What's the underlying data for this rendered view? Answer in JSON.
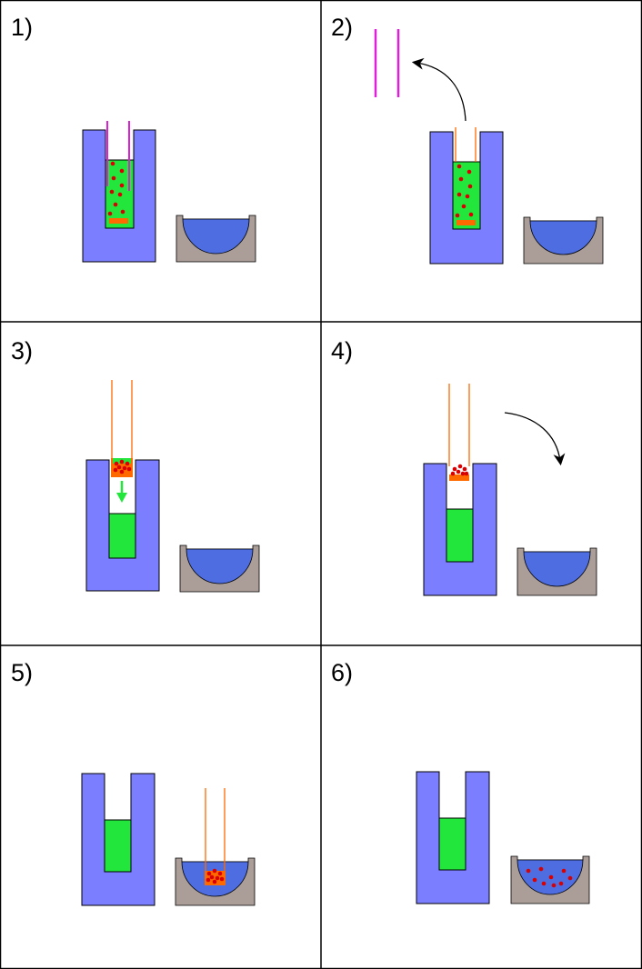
{
  "panels": [
    {
      "label": "1)"
    },
    {
      "label": "2)"
    },
    {
      "label": "3)"
    },
    {
      "label": "4)"
    },
    {
      "label": "5)"
    },
    {
      "label": "6)"
    }
  ],
  "colors": {
    "holder": "#7b7fff",
    "green_gel": "#22e63c",
    "orange": "#ff6a00",
    "magenta": "#e020d8",
    "red_dot": "#d80000",
    "bath_frame": "#ab9e98",
    "bath_water": "#4e6de0",
    "outline": "#000000"
  },
  "icons": [
    "curved-arrow-icon",
    "down-arrow-icon"
  ]
}
